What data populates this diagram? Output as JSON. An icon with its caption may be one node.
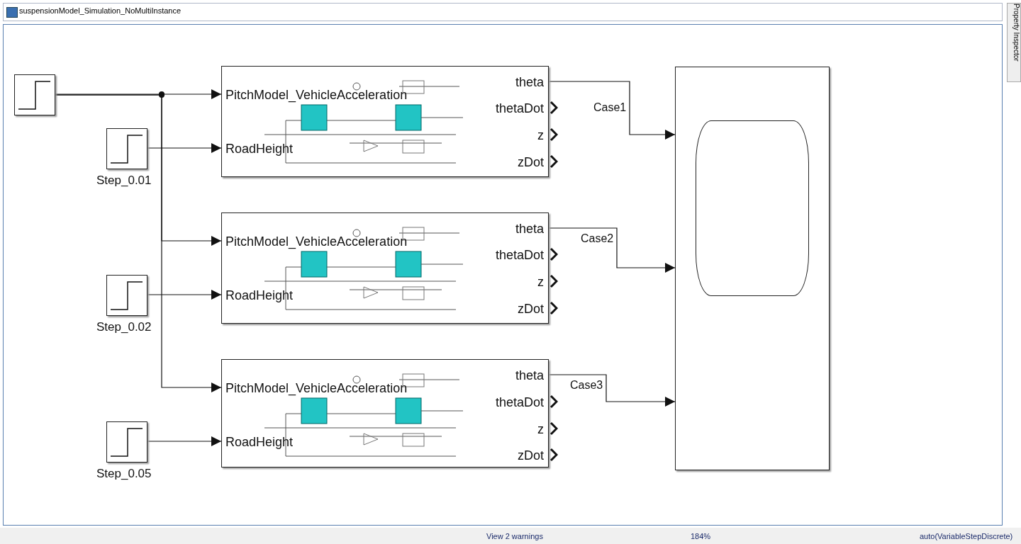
{
  "diagram": {
    "title": "suspensionModel_Simulation_NoMultiInstance",
    "nodes": [
      {
        "text": [],
        "shape": "box"
      },
      {
        "text": [
          "Step_0.01"
        ]
      },
      {
        "text": [
          "Step_0.02"
        ]
      },
      {
        "text": [
          "Step_0.05"
        ]
      },
      {
        "text": [
          "PitchModel_VehicleAcceleration",
          "RoadHeight",
          "theta",
          "thetaDot",
          "z",
          "zDot"
        ]
      },
      {
        "text": [
          "PitchModel_VehicleAcceleration",
          "RoadHeight",
          "theta",
          "thetaDot",
          "z",
          "zDot"
        ]
      },
      {
        "text": [
          "PitchModel_VehicleAcceleration",
          "RoadHeight",
          "theta",
          "thetaDot",
          "z",
          "zDot"
        ]
      },
      {
        "text": [],
        "shape": "box"
      }
    ],
    "edges": [
      {
        "from": 0,
        "to": 4,
        "arrow": "to"
      },
      {
        "from": 0,
        "to": 5,
        "arrow": "to"
      },
      {
        "from": 0,
        "to": 6,
        "arrow": "to"
      },
      {
        "from": 1,
        "to": 4,
        "arrow": "to"
      },
      {
        "from": 2,
        "to": 5,
        "arrow": "to"
      },
      {
        "from": 3,
        "to": 6,
        "arrow": "to"
      },
      {
        "from": 4,
        "to": 7,
        "arrow": "to",
        "label": "Case1"
      },
      {
        "from": 5,
        "to": 7,
        "arrow": "to",
        "label": "Case2"
      },
      {
        "from": 6,
        "to": 7,
        "arrow": "to",
        "label": "Case3"
      }
    ],
    "labels": [
      "Property Inspector",
      "View 2 warnings",
      "184%",
      "auto(VariableStepDiscrete)"
    ]
  }
}
